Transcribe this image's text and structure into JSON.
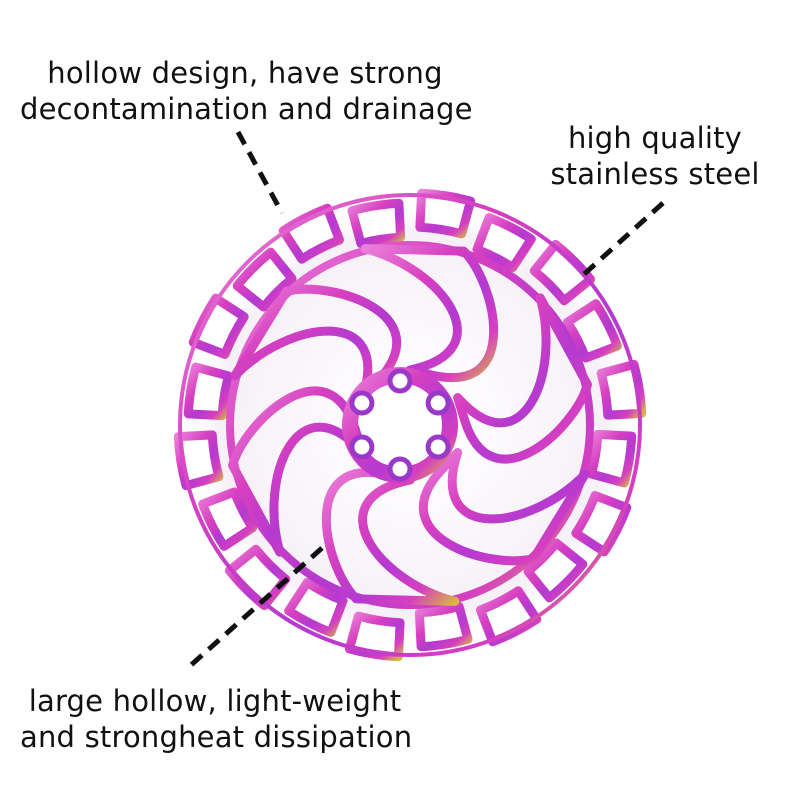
{
  "annotations": {
    "top": {
      "line1": "hollow design, have strong",
      "line2": "decontamination and drainage"
    },
    "right": {
      "line1": "high quality",
      "line2": "stainless steel"
    },
    "bottom": {
      "line1": "large hollow, light-weight",
      "line2": "and strongheat dissipation"
    }
  },
  "rotor": {
    "colors": {
      "magenta": "#d63fc0",
      "pink": "#ea7fd9",
      "violet": "#9a39c9",
      "gold": "#d8b447",
      "shadow": "#e8e0ec"
    },
    "mount_bolt_holes": 6,
    "spokes": 6,
    "outer_ring_segments": 20
  },
  "leader_lines": {
    "color": "#111111",
    "style": "dashed"
  }
}
